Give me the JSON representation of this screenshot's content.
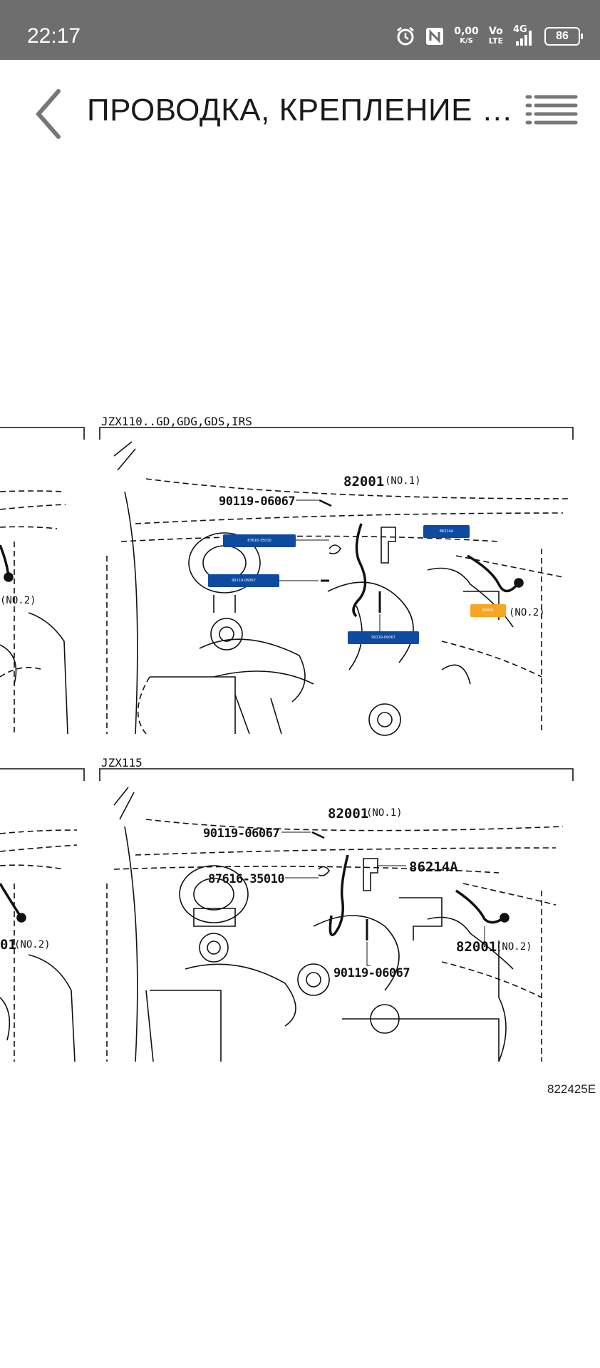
{
  "status_bar": {
    "time": "22:17",
    "speed_value": "0,00",
    "speed_unit": "K/S",
    "volte_top": "Vo",
    "volte_bottom": "LTE",
    "network": "4G",
    "battery": "86",
    "icons": [
      "alarm-icon",
      "nfc-icon",
      "signal-icon",
      "battery-icon"
    ]
  },
  "app_bar": {
    "title": "ПРОВОДКА, КРЕПЛЕНИЕ И ...",
    "back_icon": "chevron-left-icon",
    "menu_icon": "list-icon"
  },
  "diagram": {
    "figure_id": "822425E",
    "panels": [
      {
        "header": "JZX110..GD,GDG,GDS,IRS",
        "labels": {
          "main_part": "82001",
          "main_no": "(NO.1)",
          "bolt": "90119-06067",
          "side_no": "(NO.2)"
        },
        "hotspots": [
          {
            "color": "blue",
            "text": "87616-35010"
          },
          {
            "color": "blue",
            "text": "90119-06067"
          },
          {
            "color": "blue",
            "text": "86214A"
          },
          {
            "color": "blue",
            "text": "90119-06067"
          },
          {
            "color": "orange",
            "text": "82001"
          }
        ]
      },
      {
        "header": "JZX115",
        "labels": {
          "main_part": "82001",
          "main_no": "(NO.1)",
          "bolt_top": "90119-06067",
          "clamp": "87616-35010",
          "bracket": "86214A",
          "bolt_bottom": "90119-06067",
          "part_no2": "82001",
          "part_no2_label": "(NO.2)"
        }
      }
    ],
    "left_fragments": {
      "no2_upper": "(NO.2)",
      "no2_lower_prefix": "01",
      "no2_lower": "(NO.2)"
    }
  },
  "colors": {
    "status_bar": "#6e6e6e",
    "hotspot_blue": "#0d4ba0",
    "hotspot_orange": "#f6a623"
  }
}
